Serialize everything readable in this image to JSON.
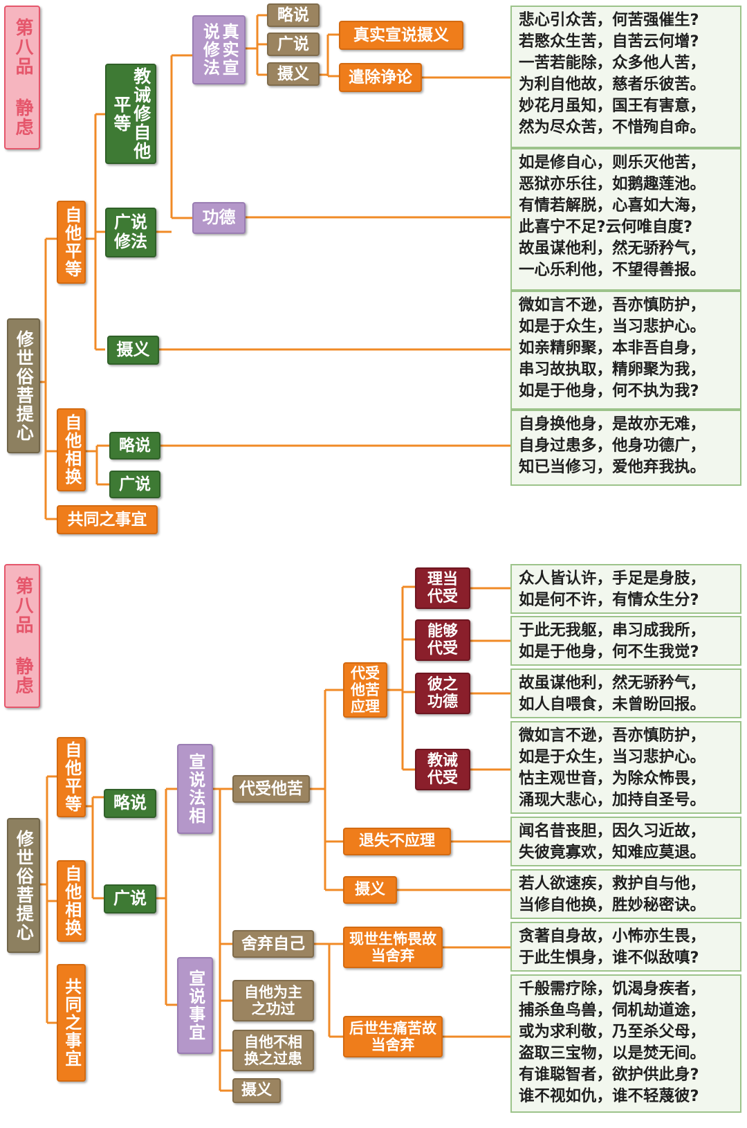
{
  "top": {
    "chapter": "第八品 静虑",
    "root": "修世俗菩提心",
    "n_ziping": "自他平等",
    "n_jiaojie": "教诫修自他平等",
    "n_zhenshi": "真实宣说修法",
    "n_lueshuo1": "略说",
    "n_guangshuo1": "广说",
    "n_sheyi1": "摄义",
    "n_zhenshi_sheyi": "真实宣说摄义",
    "n_qianchu": "遣除诤论",
    "n_guangshuo_xiufa": "广说修法",
    "n_gongde": "功德",
    "n_sheyi2": "摄义",
    "n_zixiang": "自他相换",
    "n_lueshuo2": "略说",
    "n_guangshuo2": "广说",
    "n_gongtong": "共同之事宜",
    "verses": [
      "悲心引众苦，何苦强催生?\n若愍众生苦，自苦云何增?\n一苦若能除，众多他人苦，\n为利自他故，慈者乐彼苦。\n妙花月虽知，国王有害意，\n然为尽众苦，不惜殉自命。",
      "如是修自心，则乐灭他苦，\n恶狱亦乐往，如鹅趣莲池。\n有情若解脱，心喜如大海，\n此喜宁不足?云何唯自度?\n故虽谋他利，然无骄矜气，\n一心乐利他，不望得善报。",
      "微如言不逊，吾亦慎防护，\n如是于众生，当习悲护心。\n如亲精卵聚，本非吾自身，\n串习故执取，精卵聚为我，\n如是于他身，何不执为我?",
      "自身换他身，是故亦无难，\n自身过患多，他身功德广，\n知已当修习，爱他弃我执。"
    ]
  },
  "bottom": {
    "chapter": "第八品 静虑",
    "root": "修世俗菩提心",
    "n_ziping": "自他平等",
    "n_zixiang": "自他相换",
    "n_gongtong": "共同之事宜",
    "n_lueshuo": "略说",
    "n_guangshuo": "广说",
    "n_faxiang": "宣说法相",
    "n_shiyi": "宣说事宜",
    "n_daishou": "代受他苦",
    "n_daishou_yingli": "代受他苦应理",
    "n_lidang": "理当代受",
    "n_nenggou": "能够代受",
    "n_bizhi": "彼之功德",
    "n_jiaojie": "教诫代受",
    "n_tuishi": "退失不应理",
    "n_sheyi1": "摄义",
    "n_sheqi": "舍弃自己",
    "n_xianshi": "现世生怖畏故当舍弃",
    "n_houshi": "后世生痛苦故当舍弃",
    "n_zhugong": "自他为主之功过",
    "n_guohuan": "自他不相换之过患",
    "n_sheyi2": "摄义",
    "verses": [
      "众人皆认许，手足是身肢，\n如是何不许，有情众生分?",
      "于此无我躯，串习成我所，\n如是于他身，何不生我觉?",
      "故虽谋他利，然无骄矜气，\n如人自喂食，未曾盼回报。",
      "微如言不逊，吾亦慎防护，\n如是于众生，当习悲护心。\n怙主观世音，为除众怖畏，\n涌现大悲心，加持自圣号。",
      "闻名昔丧胆，因久习近故，\n失彼竟寡欢，知难应莫退。",
      "若人欲速疾，救护自与他，\n当修自他换，胜妙秘密诀。",
      "贪著自身故，小怖亦生畏，\n于此生惧身，谁不似敌嗔?",
      "千般需疗除，饥渴身疾者，\n捕杀鱼鸟兽，伺机劫道途，\n或为求利敬，乃至杀父母，\n盗取三宝物，以是焚无间。\n有谁聪智者，欲护供此身?\n谁不视如仇，谁不轻蔑彼?"
    ]
  }
}
